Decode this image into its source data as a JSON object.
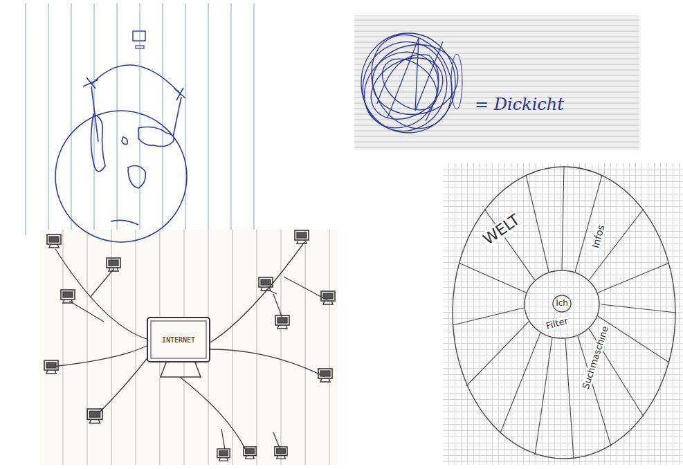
{
  "diagram": {
    "nodes": [
      {
        "text": [
          "WELT",
          "Infos",
          "Suchmaschine"
        ]
      },
      {
        "text": [
          "Filter"
        ],
        "in": 0
      },
      {
        "text": [
          "Ich"
        ],
        "in": 1
      },
      {
        "text": [
          "INTERNET"
        ]
      }
    ],
    "labels": [
      "= Dickicht"
    ]
  }
}
